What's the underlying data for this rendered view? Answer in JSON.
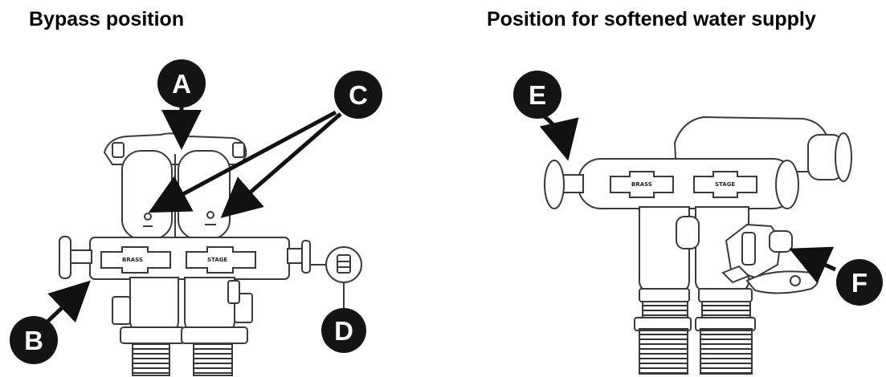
{
  "headings": {
    "left": "Bypass position",
    "right": "Position for softened water supply"
  },
  "callouts": {
    "A": "A",
    "B": "B",
    "C": "C",
    "D": "D",
    "E": "E",
    "F": "F"
  },
  "valve_labels": {
    "left_port": "BRASS",
    "right_port": "STAGE"
  },
  "colors": {
    "ink": "#111111",
    "callout_fill": "#141414",
    "callout_text": "#ffffff",
    "line_art": "#3a3a3a",
    "background": "#ffffff"
  }
}
